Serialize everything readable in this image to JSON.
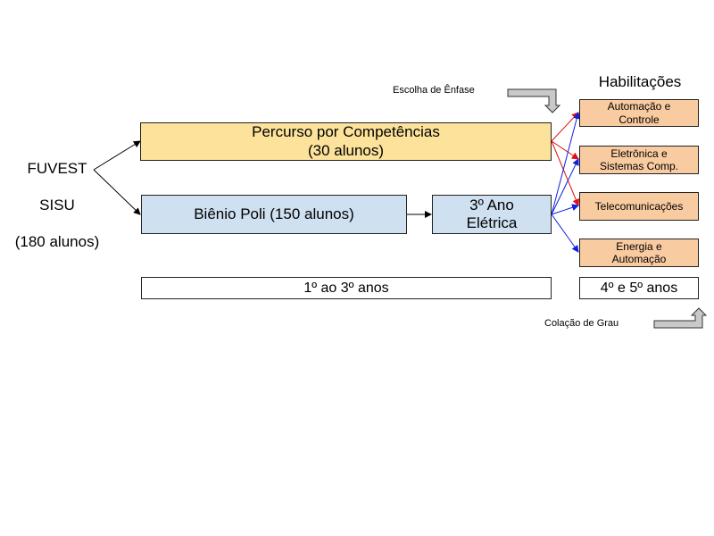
{
  "entry": {
    "line1": "FUVEST",
    "line2": "SISU",
    "line3": "(180 alunos)"
  },
  "percurso": {
    "line1": "Percurso por Competências",
    "line2": "(30 alunos)"
  },
  "bienio": {
    "label": "Biênio Poli (150 alunos)"
  },
  "terceiro_ano": {
    "line1": "3º Ano",
    "line2": "Elétrica"
  },
  "habilitacoes": {
    "title": "Habilitações",
    "items": [
      {
        "label": "Automação e\nControle"
      },
      {
        "label": "Eletrônica e\nSistemas Comp."
      },
      {
        "label": "Telecomunicações"
      },
      {
        "label": "Energia e\nAutomação"
      }
    ]
  },
  "escolha_label": "Escolha de Ênfase",
  "colacao_label": "Colação de Grau",
  "years_1_3": "1º ao 3º anos",
  "years_4_5": "4º e 5º anos",
  "colors": {
    "percurso_fill": "#fce29a",
    "blue_fill": "#cfe0f1",
    "orange_fill": "#f9cba0",
    "red_arrow": "#e01010",
    "blue_arrow": "#1020e0",
    "gray_arrow": "#c9c9c9"
  }
}
